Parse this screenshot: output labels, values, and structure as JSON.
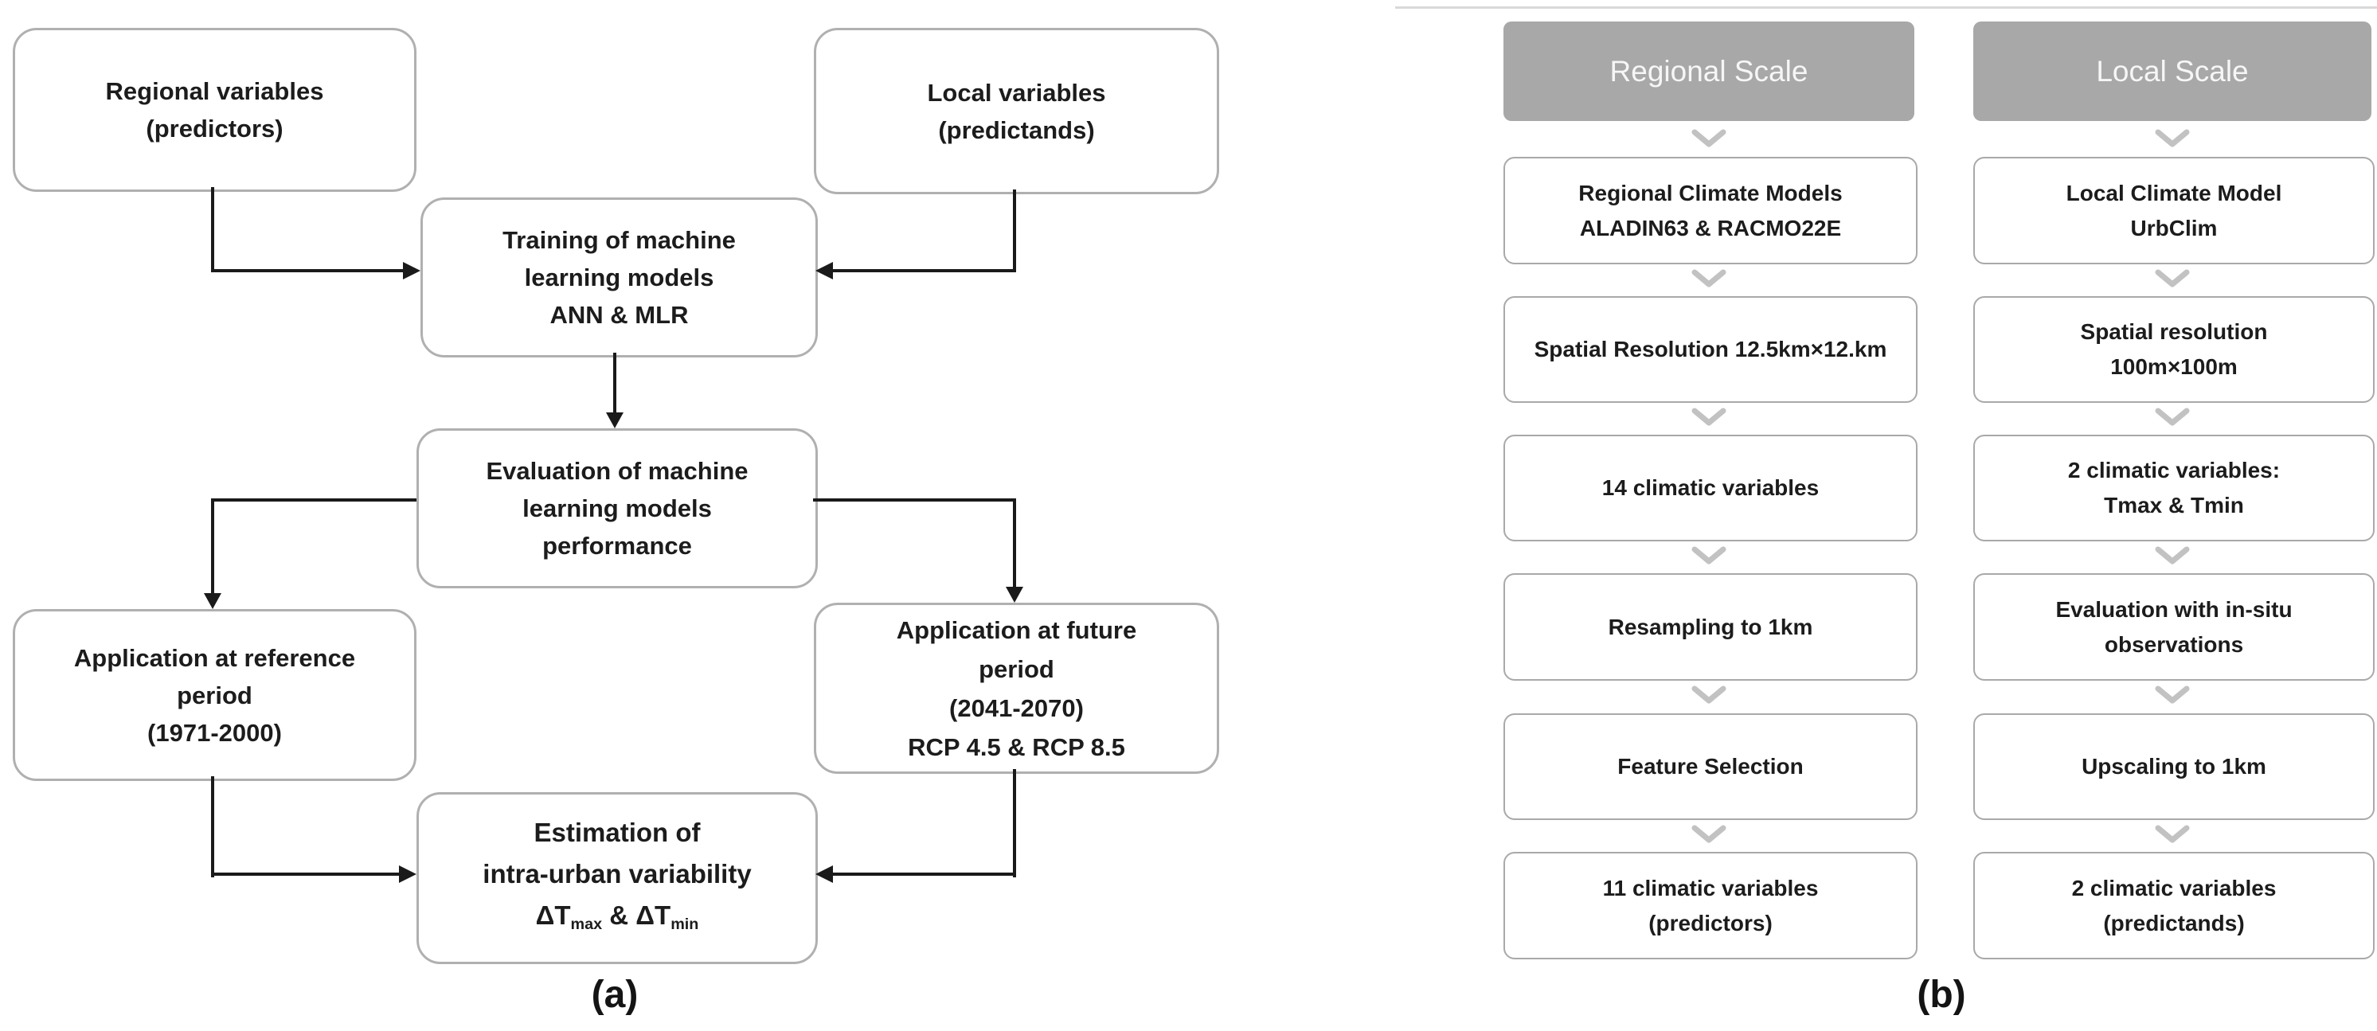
{
  "panel_a": {
    "label": "(a)",
    "boxes": {
      "regional_vars": {
        "line1": "Regional variables",
        "line2": "(predictors)"
      },
      "local_vars": {
        "line1": "Local variables",
        "line2": "(predictands)"
      },
      "training": {
        "line1": "Training of machine",
        "line2": "learning models",
        "line3": "ANN & MLR"
      },
      "evaluation": {
        "line1": "Evaluation of machine",
        "line2": "learning models",
        "line3": "performance"
      },
      "app_reference": {
        "line1": "Application at reference",
        "line2": "period",
        "line3": "(1971-2000)"
      },
      "app_future": {
        "line1": "Application at future",
        "line2": "period",
        "line3": "(2041-2070)",
        "line4": "RCP 4.5 & RCP 8.5"
      },
      "estimation": {
        "line1": "Estimation of",
        "line2": "intra-urban variability",
        "delta": {
          "t1": "ΔT",
          "sub1": "max",
          "sep": " & ",
          "t2": "ΔT",
          "sub2": "min"
        }
      }
    }
  },
  "panel_b": {
    "label": "(b)",
    "columns": [
      {
        "header": "Regional Scale",
        "steps": [
          {
            "line1": "Regional Climate Models",
            "line2": "ALADIN63 & RACMO22E"
          },
          {
            "line1": "Spatial Resolution 12.5km×12.km"
          },
          {
            "line1": "14 climatic variables"
          },
          {
            "line1": "Resampling to 1km"
          },
          {
            "line1": "Feature Selection"
          },
          {
            "line1": "11 climatic variables",
            "line2": "(predictors)"
          }
        ]
      },
      {
        "header": "Local Scale",
        "steps": [
          {
            "line1": "Local Climate Model",
            "line2": "UrbClim"
          },
          {
            "line1": "Spatial resolution",
            "line2": "100m×100m"
          },
          {
            "line1": "2 climatic variables:",
            "line2": "Tmax & Tmin"
          },
          {
            "line1": "Evaluation with in-situ",
            "line2": "observations"
          },
          {
            "line1": "Upscaling to 1km"
          },
          {
            "line1": "2 climatic variables",
            "line2": "(predictands)"
          }
        ]
      }
    ]
  },
  "colors": {
    "header_gray": "#a8a8a8",
    "box_border": "#a9a9a9",
    "chevron_gray": "#c2c2c2",
    "arrow_black": "#1a1a1a"
  }
}
